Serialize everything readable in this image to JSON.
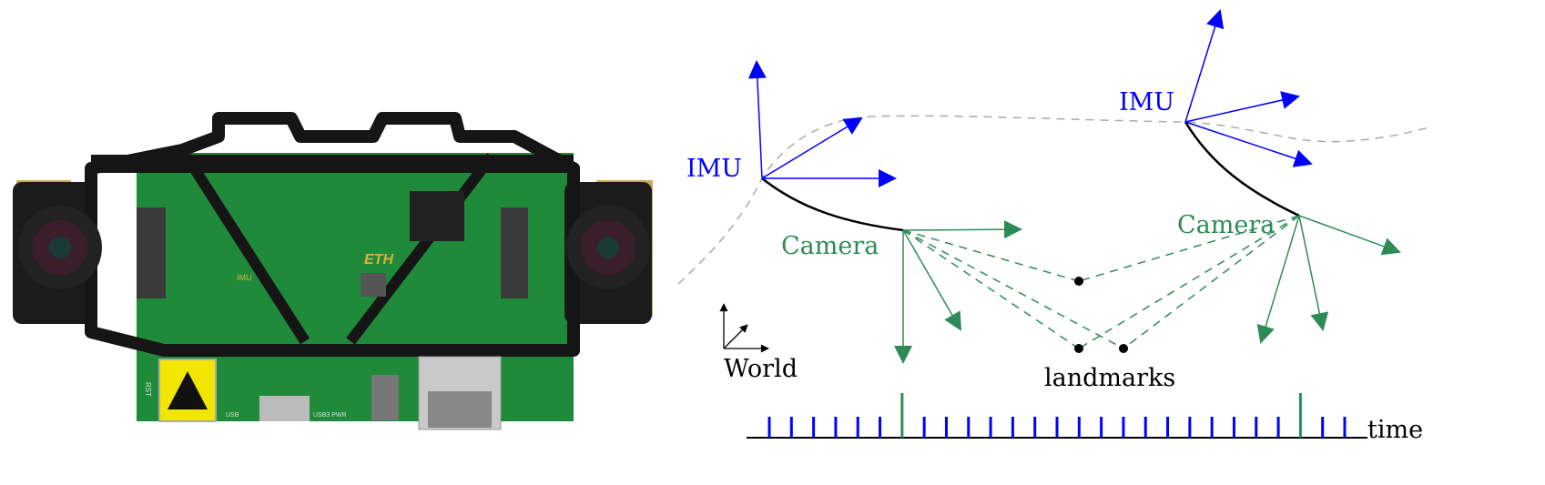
{
  "photo": {
    "board_marking": "ETH",
    "imu_marking": "IMU",
    "reset_marking": "RST",
    "usb_marking": "USB",
    "usb3_marking": "USB3 PWR"
  },
  "diagram": {
    "imu_label_1": "IMU",
    "imu_label_2": "IMU",
    "camera_label_1": "Camera",
    "camera_label_2": "Camera",
    "world_label": "World",
    "landmarks_label": "landmarks",
    "time_label": "time",
    "timeline": {
      "imu_samples_before_first_frame": 6,
      "imu_samples_between_frames": 17,
      "imu_samples_after_second_frame": 2,
      "camera_frames": 2
    },
    "colors": {
      "imu": "#0000ff",
      "camera": "#2e8b57",
      "trajectory": "#aaaaaa",
      "link": "#000000"
    }
  }
}
